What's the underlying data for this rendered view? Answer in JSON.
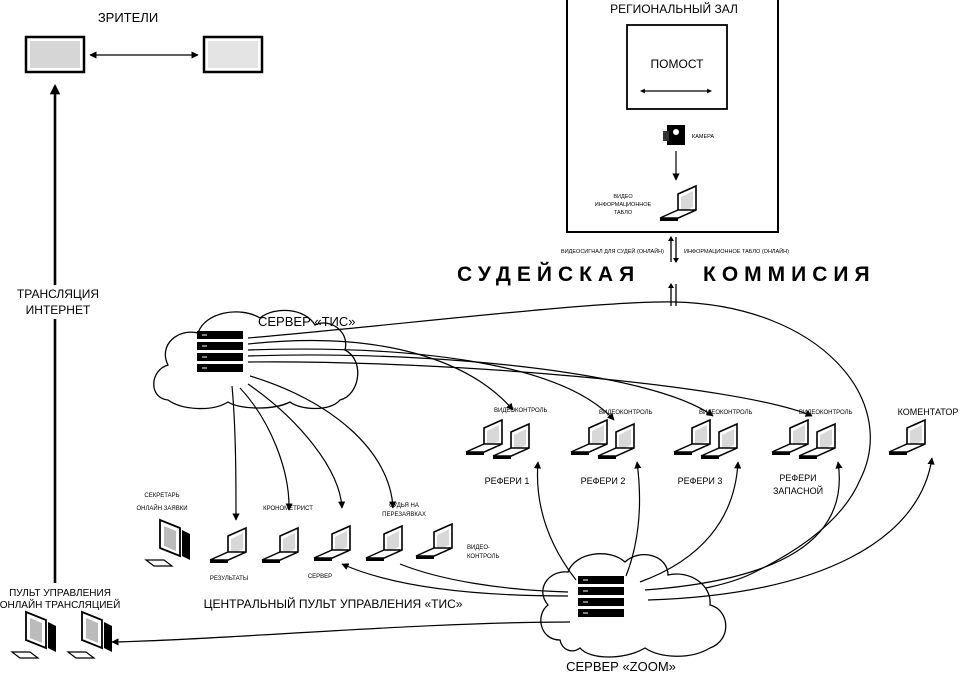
{
  "viewers": {
    "title": "ЗРИТЕЛИ"
  },
  "broadcast": {
    "line1": "ТРАНСЛЯЦИЯ",
    "line2": "ИНТЕРНЕТ"
  },
  "regional_hall": {
    "title": "РЕГИОНАЛЬНЫЙ ЗАЛ",
    "podium": "ПОМОСТ",
    "camera": "КАМЕРА",
    "board_line1": "ВИДЕО",
    "board_line2": "ИНФОРМАЦИОННОЕ",
    "board_line3": "ТАБЛО"
  },
  "signals": {
    "left": "ВИДЕОСИГНАЛ ДЛЯ СУДЕЙ (ОНЛАЙН)",
    "right": "ИНФОРМАЦИОННОЕ ТАБЛО (ОНЛАЙН)"
  },
  "commission": {
    "left": "СУДЕЙСКАЯ",
    "right": "КОММИСИЯ"
  },
  "server_tis": {
    "label": "СЕРВЕР «ТИС»"
  },
  "server_zoom": {
    "label": "СЕРВЕР «ZOOM»"
  },
  "referees": [
    {
      "label": "РЕФЕРИ 1",
      "vc": "ВИДЕОКОНТРОЛЬ"
    },
    {
      "label": "РЕФЕРИ 2",
      "vc": "ВИДЕОКОНТРОЛЬ"
    },
    {
      "label": "РЕФЕРИ 3",
      "vc": "ВИДЕОКОНТРОЛЬ"
    },
    {
      "label_line1": "РЕФЕРИ",
      "label_line2": "ЗАПАСНОЙ",
      "vc": "ВИДЕОКОНТРОЛЬ"
    }
  ],
  "commentator": "КОМЕНТАТОР",
  "central": {
    "secretary_line1": "СЕКРЕТАРЬ",
    "secretary_line2": "ОНЛАЙН ЗАЯВКИ",
    "timekeeper": "КРОНОМЕТРИСТ",
    "results": "РЕЗУЛЬТАТЫ",
    "server": "СЕРВЕР",
    "judge_line1": "СУДЬЯ НА",
    "judge_line2": "ПЕРЕЗАЯВКАХ",
    "video_line1": "ВИДЕО-",
    "video_line2": "КОНТРОЛЬ",
    "title": "ЦЕНТРАЛЬНЫЙ ПУЛЬТ УПРАВЛЕНИЯ «ТИС»"
  },
  "broadcast_console": {
    "line1": "ПУЛЬТ УПРАВЛЕНИЯ",
    "line2": "ОНЛАЙН ТРАНСЛЯЦИЕЙ"
  },
  "icons": [
    "monitor-icon",
    "server-rack-icon",
    "laptop-icon",
    "camera-icon",
    "desktop-computer-icon",
    "cloud-icon"
  ]
}
